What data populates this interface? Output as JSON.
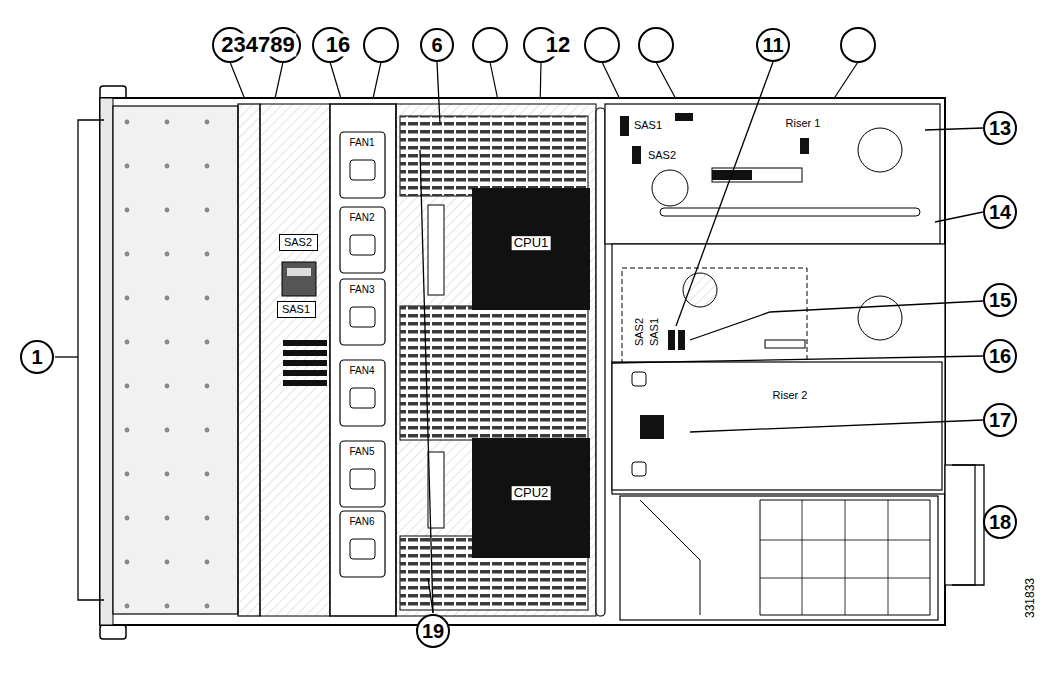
{
  "diagram": {
    "nodes": [
      {
        "text": [
          "6"
        ]
      },
      {
        "text": [
          "11"
        ]
      },
      {
        "text": [
          "1"
        ]
      },
      {
        "text": [
          "13"
        ]
      },
      {
        "text": [
          "14"
        ]
      },
      {
        "text": [
          "15"
        ]
      },
      {
        "text": [
          "16"
        ]
      },
      {
        "text": [
          "17"
        ]
      },
      {
        "text": [
          "18"
        ]
      },
      {
        "text": [
          "19"
        ]
      },
      {
        "text": [
          "SAS2"
        ]
      },
      {
        "text": [
          "SAS1"
        ]
      }
    ],
    "labels": [
      "234789",
      "16",
      "12",
      "FAN1",
      "FAN2",
      "FAN3",
      "FAN4",
      "FAN5",
      "FAN6",
      "SAS1",
      "SAS2",
      "Riser 1",
      "CPU1",
      "SAS2",
      "SAS1",
      "Riser 2",
      "CPU2",
      "331833"
    ]
  }
}
